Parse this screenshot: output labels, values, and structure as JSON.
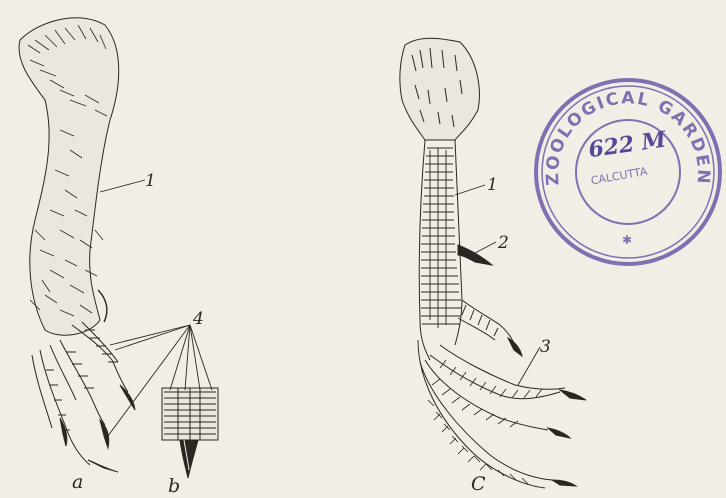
{
  "figure": {
    "panel_labels": {
      "a": "a",
      "b": "b",
      "c": "C"
    },
    "callouts": {
      "one_a": "1",
      "four": "4",
      "one_c": "1",
      "two_c": "2",
      "three_c": "3"
    }
  },
  "stamp": {
    "text_top": "ZOOLOGICAL GARDEN",
    "text_inner": "CALCUTTA",
    "handwritten": "622 M",
    "color": "#6f5aa8"
  },
  "colors": {
    "paper": "#f1eee6",
    "ink": "#2a2622"
  }
}
